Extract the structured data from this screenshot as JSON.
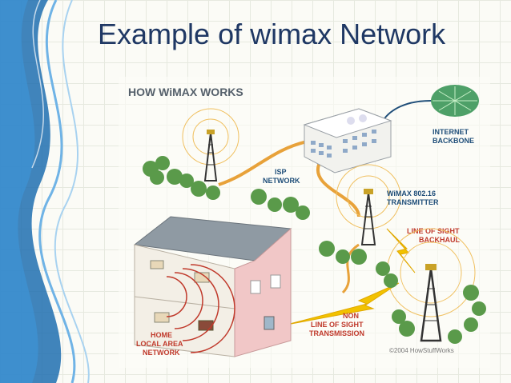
{
  "slide": {
    "title": "Example of wimax Network"
  },
  "diagram": {
    "heading": "HOW WiMAX WORKS",
    "labels": {
      "internet_1": "INTERNET",
      "internet_2": "BACKBONE",
      "isp_1": "ISP",
      "isp_2": "NETWORK",
      "transmitter_1": "WiMAX 802.16",
      "transmitter_2": "TRANSMITTER",
      "los_1": "LINE OF SIGHT",
      "los_2": "BACKHAUL",
      "nlos_1": "NON",
      "nlos_2": "LINE OF SIGHT",
      "nlos_3": "TRANSMISSION",
      "home_1": "HOME",
      "home_2": "LOCAL AREA",
      "home_3": "NETWORK",
      "copyright": "©2004 HowStuffWorks"
    },
    "colors": {
      "title": "#1f3864",
      "heading": "#55606b",
      "label_blue": "#1f4e79",
      "label_red": "#c0392b",
      "tree": "#5a9a4a",
      "cable": "#e8a23a",
      "lightning": "#f2c200",
      "radio_wave": "#c0392b"
    }
  }
}
